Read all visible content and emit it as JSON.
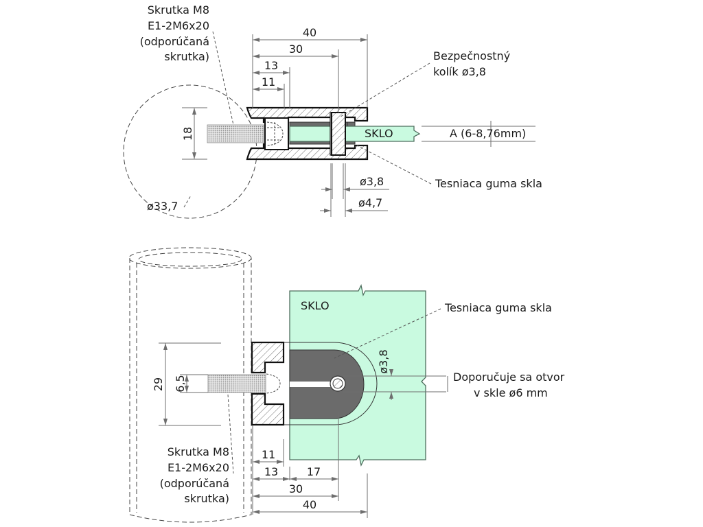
{
  "colors": {
    "glass": "#c9fae0",
    "gasket": "#6b6b6b",
    "outline": "#111111",
    "dimension": "#6e6e6e"
  },
  "top_view": {
    "screw_label": [
      "Skrutka M8",
      "E1-2M6x20",
      "(odporúčaná",
      "skrutka)"
    ],
    "pin_label": [
      "Bezpečnostný",
      "kolík ø3,8"
    ],
    "gasket_label": "Tesniaca guma skla",
    "glass_label": "SKLO",
    "glass_thickness": "A (6-8,76mm)",
    "pipe_diameter": "ø33,7",
    "dims": {
      "height": "18",
      "d40": "40",
      "d30": "30",
      "d13": "13",
      "d11": "11",
      "pin_d": "ø3,8",
      "hole_d": "ø4,7"
    }
  },
  "front_view": {
    "glass_label": "SKLO",
    "gasket_label": "Tesniaca guma skla",
    "hole_note": [
      "Doporučuje sa otvor",
      "v skle ø6 mm"
    ],
    "screw_label": [
      "Skrutka M8",
      "E1-2M6x20",
      "(odporúčaná",
      "skrutka)"
    ],
    "dims": {
      "height": "29",
      "slot": "6,5",
      "pin_d": "ø3,8",
      "d11": "11",
      "d13": "13",
      "d17": "17",
      "d30": "30",
      "d40": "40"
    }
  }
}
